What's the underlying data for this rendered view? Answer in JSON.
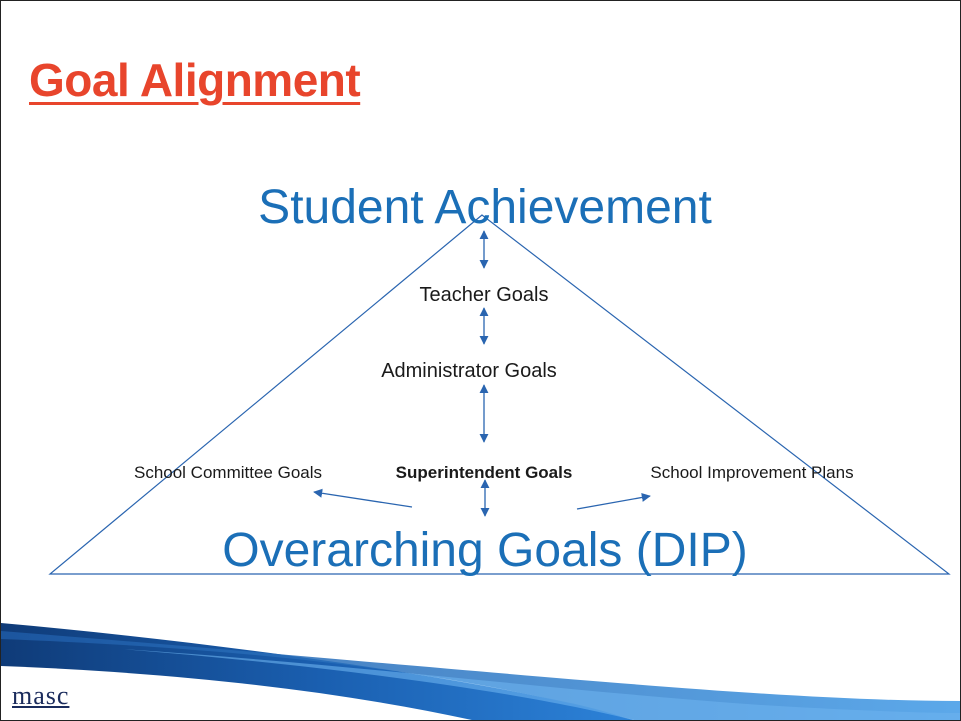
{
  "slide": {
    "title": "Goal Alignment",
    "title_color": "#e8452c",
    "accent_color": "#1b6fb7",
    "logo_text": "masc"
  },
  "diagram": {
    "top_label": "Student Achievement",
    "bottom_label": "Overarching Goals (DIP)",
    "nodes": {
      "teacher": "Teacher Goals",
      "administrator": "Administrator Goals",
      "superintendent": "Superintendent Goals",
      "school_committee": "School Committee Goals",
      "school_improvement": "School Improvement Plans"
    }
  }
}
